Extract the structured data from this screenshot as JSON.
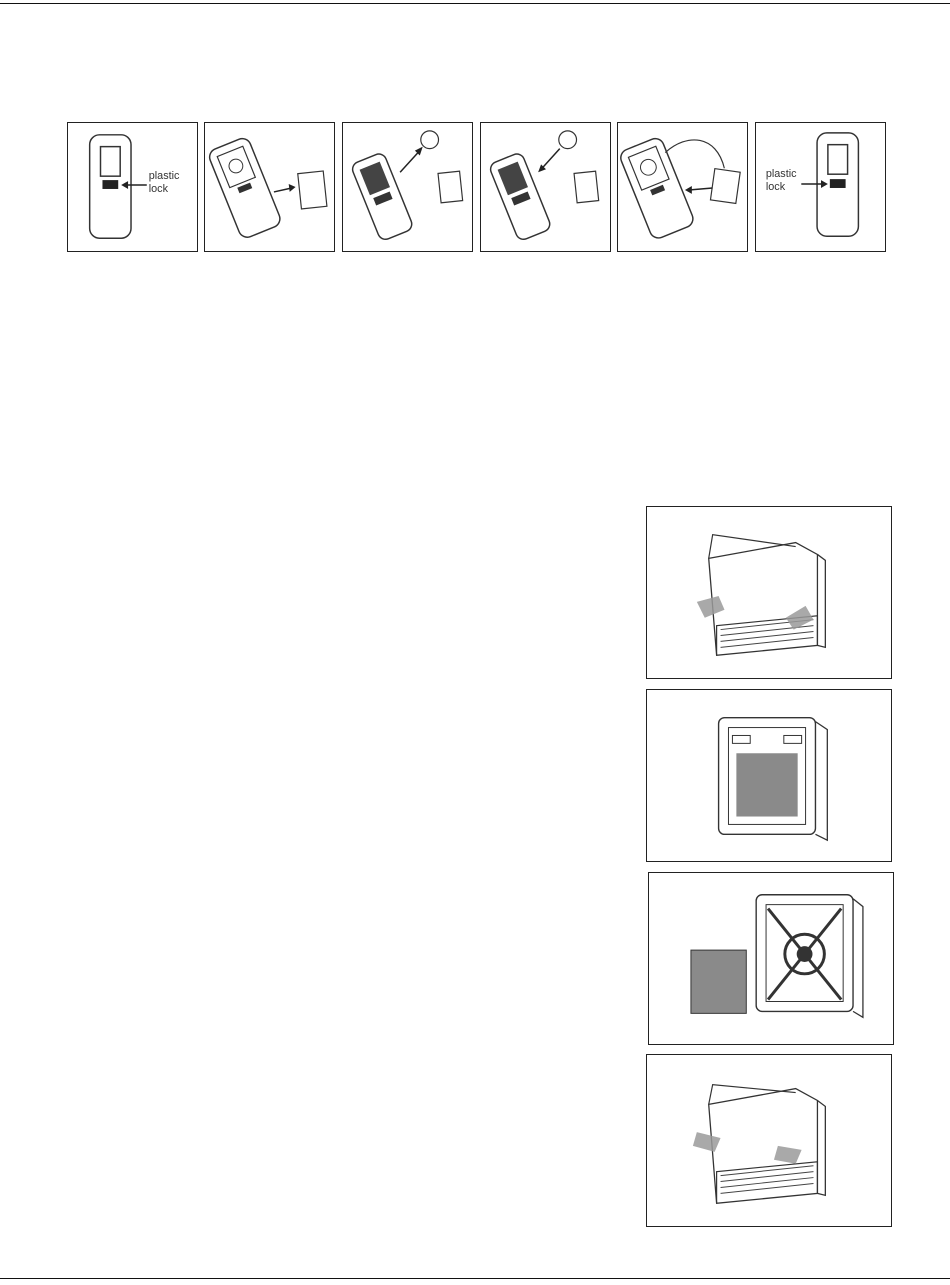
{
  "figures": {
    "remote_steps": {
      "step1_label_line1": "plastic",
      "step1_label_line2": "lock",
      "step6_label_line1": "plastic",
      "step6_label_line2": "lock"
    }
  },
  "icons": [
    "remote-plastic-lock-icon",
    "remote-cover-removed-icon",
    "battery-remove-icon",
    "battery-insert-icon",
    "cover-replace-icon",
    "remote-plastic-lock-closed-icon",
    "unit-open-panel-icon",
    "unit-filter-visible-icon",
    "filter-removed-icon",
    "unit-close-panel-icon"
  ],
  "colors": {
    "line": "#222222",
    "filter_gray": "#8a8a8a",
    "arrow_gray": "#9a9a9a"
  }
}
